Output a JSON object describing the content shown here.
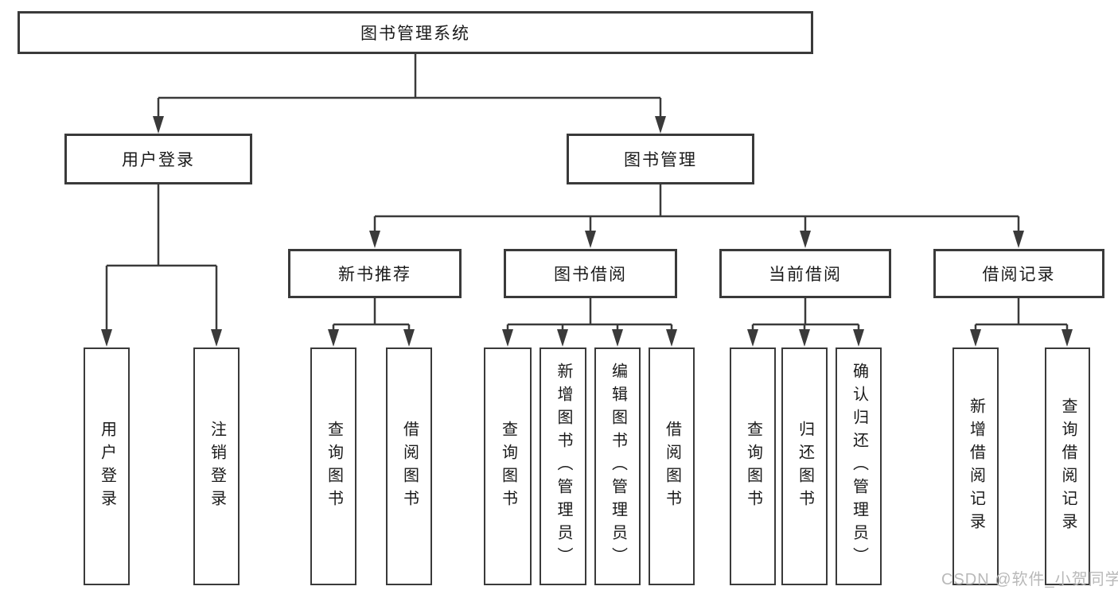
{
  "watermark": {
    "text": "CSDN @软件_小贺同学",
    "color": "#b9b9b9"
  },
  "colors": {
    "line": "#3a3a3a",
    "box_border": "#3a3a3a",
    "box_fill": "#ffffff",
    "text": "#1a1a1a",
    "background": "#ffffff"
  },
  "tree": {
    "root": {
      "label": "图书管理系统",
      "children": [
        {
          "label": "用户登录",
          "children": [
            {
              "label": "用户登录"
            },
            {
              "label": "注销登录"
            }
          ]
        },
        {
          "label": "图书管理",
          "children": [
            {
              "label": "新书推荐",
              "children": [
                {
                  "label": "查询图书"
                },
                {
                  "label": "借阅图书"
                }
              ]
            },
            {
              "label": "图书借阅",
              "children": [
                {
                  "label": "查询图书"
                },
                {
                  "label": "新增图书（管理员）"
                },
                {
                  "label": "编辑图书（管理员）"
                },
                {
                  "label": "借阅图书"
                }
              ]
            },
            {
              "label": "当前借阅",
              "children": [
                {
                  "label": "查询图书"
                },
                {
                  "label": "归还图书"
                },
                {
                  "label": "确认归还（管理员）"
                }
              ]
            },
            {
              "label": "借阅记录",
              "children": [
                {
                  "label": "新增借阅记录"
                },
                {
                  "label": "查询借阅记录"
                }
              ]
            }
          ]
        }
      ]
    }
  }
}
